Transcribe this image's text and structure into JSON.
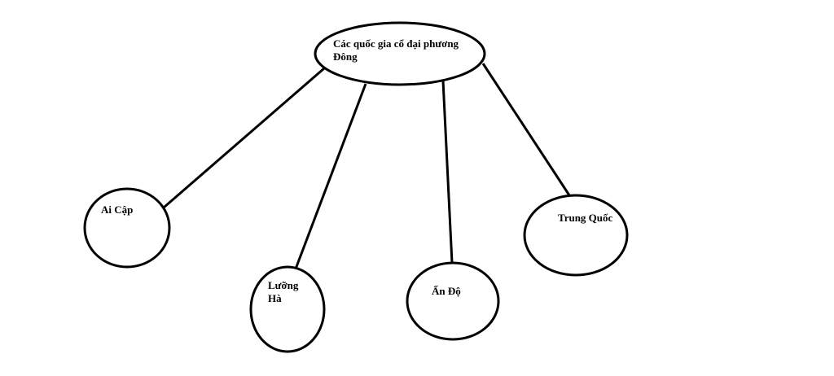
{
  "diagram": {
    "root": {
      "label_line1": "Các quốc gia cổ đại phương",
      "label_line2": "Đông"
    },
    "children": [
      {
        "label_line1": "Ai Cập"
      },
      {
        "label_line1": "Lưỡng",
        "label_line2": "Hà"
      },
      {
        "label_line1": "Ấn Độ"
      },
      {
        "label_line1": "Trung Quốc"
      }
    ],
    "colors": {
      "stroke": "#000000",
      "background": "#ffffff"
    }
  }
}
